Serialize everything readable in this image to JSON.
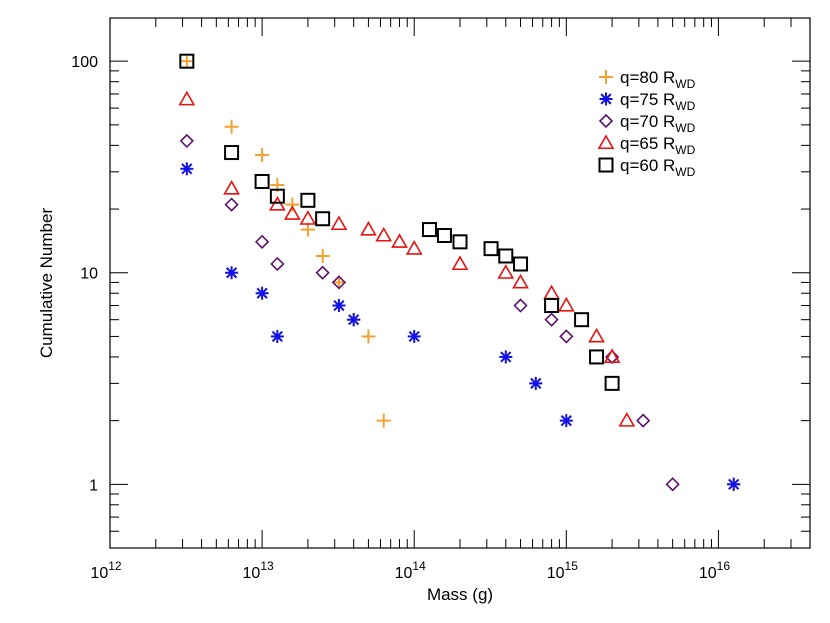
{
  "chart_data": {
    "type": "scatter",
    "title": "",
    "xlabel": "Mass (g)",
    "ylabel": "Cumulative Number",
    "x_scale": "log",
    "y_scale": "log",
    "xlim": [
      1000000000000.0,
      4e+16
    ],
    "ylim": [
      0.5,
      160
    ],
    "x_ticks": [
      {
        "value": 1000000000000.0,
        "base": "10",
        "exp": "12"
      },
      {
        "value": 10000000000000.0,
        "base": "10",
        "exp": "13"
      },
      {
        "value": 100000000000000.0,
        "base": "10",
        "exp": "14"
      },
      {
        "value": 1000000000000000.0,
        "base": "10",
        "exp": "15"
      },
      {
        "value": 1e+16,
        "base": "10",
        "exp": "16"
      }
    ],
    "y_ticks": [
      {
        "value": 1,
        "label": "1"
      },
      {
        "value": 10,
        "label": "10"
      },
      {
        "value": 100,
        "label": "100"
      }
    ],
    "grid": false,
    "legend_position": "top-right",
    "series": [
      {
        "name": "q=80 R",
        "name_sub": "WD",
        "marker": "plus",
        "color": "#F5A030",
        "points": [
          [
            3200000000000.0,
            100
          ],
          [
            6300000000000.0,
            49
          ],
          [
            10000000000000.0,
            36
          ],
          [
            12600000000000.0,
            26
          ],
          [
            15800000000000.0,
            21
          ],
          [
            20000000000000.0,
            16
          ],
          [
            25000000000000.0,
            12
          ],
          [
            32000000000000.0,
            9
          ],
          [
            40000000000000.0,
            6
          ],
          [
            50000000000000.0,
            5
          ],
          [
            63000000000000.0,
            2
          ],
          [
            1.26e+16,
            1
          ]
        ]
      },
      {
        "name": "q=75 R",
        "name_sub": "WD",
        "marker": "asterisk",
        "color": "#1010E8",
        "points": [
          [
            3200000000000.0,
            31
          ],
          [
            6300000000000.0,
            10
          ],
          [
            10000000000000.0,
            8
          ],
          [
            12600000000000.0,
            5
          ],
          [
            32000000000000.0,
            7
          ],
          [
            40000000000000.0,
            6
          ],
          [
            100000000000000.0,
            5
          ],
          [
            400000000000000.0,
            4
          ],
          [
            630000000000000.0,
            3
          ],
          [
            1000000000000000.0,
            2
          ],
          [
            1.26e+16,
            1
          ]
        ]
      },
      {
        "name": "q=70 R",
        "name_sub": "WD",
        "marker": "diamond",
        "color": "#5A1470",
        "points": [
          [
            3200000000000.0,
            42
          ],
          [
            6300000000000.0,
            21
          ],
          [
            10000000000000.0,
            14
          ],
          [
            12600000000000.0,
            11
          ],
          [
            25000000000000.0,
            10
          ],
          [
            32000000000000.0,
            9
          ],
          [
            500000000000000.0,
            7
          ],
          [
            800000000000000.0,
            6
          ],
          [
            1000000000000000.0,
            5
          ],
          [
            2000000000000000.0,
            4
          ],
          [
            3200000000000000.0,
            2
          ],
          [
            5000000000000000.0,
            1
          ]
        ]
      },
      {
        "name": "q=65 R",
        "name_sub": "WD",
        "marker": "triangle",
        "color": "#E81010",
        "points": [
          [
            3200000000000.0,
            66
          ],
          [
            6300000000000.0,
            25
          ],
          [
            12600000000000.0,
            21
          ],
          [
            15800000000000.0,
            19
          ],
          [
            20000000000000.0,
            18
          ],
          [
            32000000000000.0,
            17
          ],
          [
            50000000000000.0,
            16
          ],
          [
            63000000000000.0,
            15
          ],
          [
            80000000000000.0,
            14
          ],
          [
            100000000000000.0,
            13
          ],
          [
            200000000000000.0,
            11
          ],
          [
            400000000000000.0,
            10
          ],
          [
            500000000000000.0,
            9
          ],
          [
            800000000000000.0,
            8
          ],
          [
            1000000000000000.0,
            7
          ],
          [
            1580000000000000.0,
            5
          ],
          [
            2000000000000000.0,
            4
          ],
          [
            2500000000000000.0,
            2
          ]
        ]
      },
      {
        "name": "q=60 R",
        "name_sub": "WD",
        "marker": "square",
        "color": "#000000",
        "points": [
          [
            3200000000000.0,
            100
          ],
          [
            6300000000000.0,
            37
          ],
          [
            10000000000000.0,
            27
          ],
          [
            12600000000000.0,
            23
          ],
          [
            20000000000000.0,
            22
          ],
          [
            25000000000000.0,
            18
          ],
          [
            126000000000000.0,
            16
          ],
          [
            158000000000000.0,
            15
          ],
          [
            200000000000000.0,
            14
          ],
          [
            320000000000000.0,
            13
          ],
          [
            400000000000000.0,
            12
          ],
          [
            500000000000000.0,
            11
          ],
          [
            800000000000000.0,
            7
          ],
          [
            1260000000000000.0,
            6
          ],
          [
            1580000000000000.0,
            4
          ],
          [
            2000000000000000.0,
            3
          ]
        ]
      }
    ]
  }
}
